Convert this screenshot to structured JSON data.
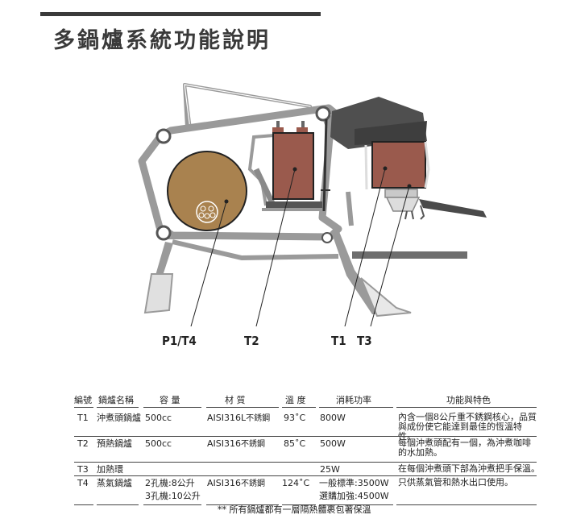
{
  "title": "多鍋爐系統功能說明",
  "callouts": {
    "p1t4": "P1/T4",
    "t2": "T2",
    "t1": "T1",
    "t3": "T3"
  },
  "colors": {
    "brass_boiler": "#a9824f",
    "copper_boiler": "#9a5a4d",
    "frame": "#9a9a9a",
    "dark_body": "#555555"
  },
  "table": {
    "headers": [
      "編號",
      "鍋爐名稱",
      "容 量",
      "材 質",
      "溫 度",
      "消耗功率",
      "功能與特色"
    ],
    "rows": [
      {
        "id": "T1",
        "name": "沖煮頭鍋爐",
        "capacity": "500cc",
        "material_code": "AISI316L",
        "material_text": "不銹鋼",
        "temperature": "93˚C",
        "power": "800W",
        "feature": "內含一個8公斤重不銹鋼核心，品質與成份使它能達到最佳的恆溫特性。"
      },
      {
        "id": "T2",
        "name": "預熱鍋爐",
        "capacity": "500cc",
        "material_code": "AISI316",
        "material_text": "不銹鋼",
        "temperature": "85˚C",
        "power": "500W",
        "feature": "每個沖煮頭配有一個，為沖煮咖啡的水加熱。"
      },
      {
        "id": "T3",
        "name": "加熱環",
        "capacity": "",
        "material_code": "",
        "material_text": "",
        "temperature": "",
        "power": "25W",
        "feature": "在每個沖煮頭下部為沖煮把手保溫。"
      },
      {
        "id": "T4",
        "name": "蒸氣鍋爐",
        "capacity_lines": [
          "2孔機:8公升",
          "3孔機:10公升"
        ],
        "material_code": "AISI316",
        "material_text": "不銹鋼",
        "temperature": "124˚C",
        "power_lines": [
          "一般標準:3500W",
          "選購加強:4500W"
        ],
        "feature": "只供蒸氣管和熱水出口使用。"
      }
    ]
  },
  "footnote": "** 所有鍋爐都有一層隔熱體裹包著保溫"
}
